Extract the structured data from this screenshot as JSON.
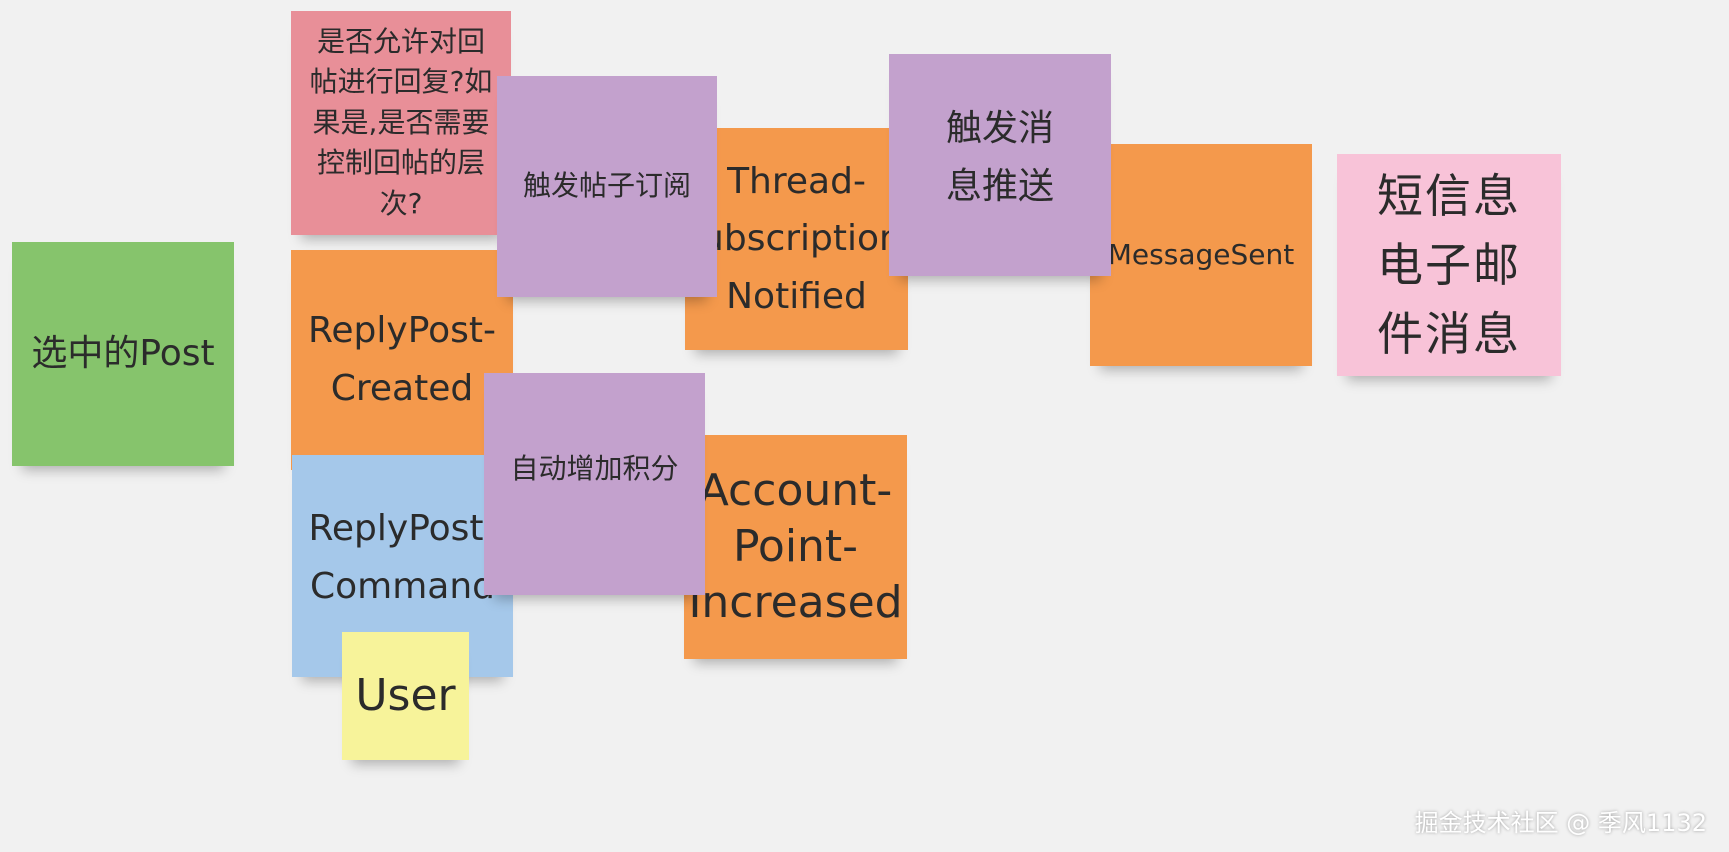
{
  "notes": {
    "selected_post": "选中的Post",
    "reply_question": "是否允许对回帖进行回复?如果是,是否需要控制回帖的层次?",
    "reply_post_created": "ReplyPost-Created",
    "reply_post_command": "ReplyPost-Command",
    "user": "User",
    "trigger_subscription": "触发帖子订阅",
    "auto_increase_points": "自动增加积分",
    "thread_subscription_notified": "Thread-Subscription-Notified",
    "account_point_increased": "Account-Point-Increased",
    "trigger_message_push": "触发消息推送",
    "message_sent": "MessageSent",
    "sms_email_message": "短信息电子邮件消息"
  },
  "colors": {
    "background": "#f1f1f1",
    "green": "#86c46c",
    "red": "#e88f98",
    "orange": "#f4994c",
    "purple": "#c3a1cd",
    "blue": "#a5c8ea",
    "yellow": "#f7f39a",
    "pink": "#f8c3d8"
  },
  "watermark": "掘金技术社区 @ 季风1132"
}
